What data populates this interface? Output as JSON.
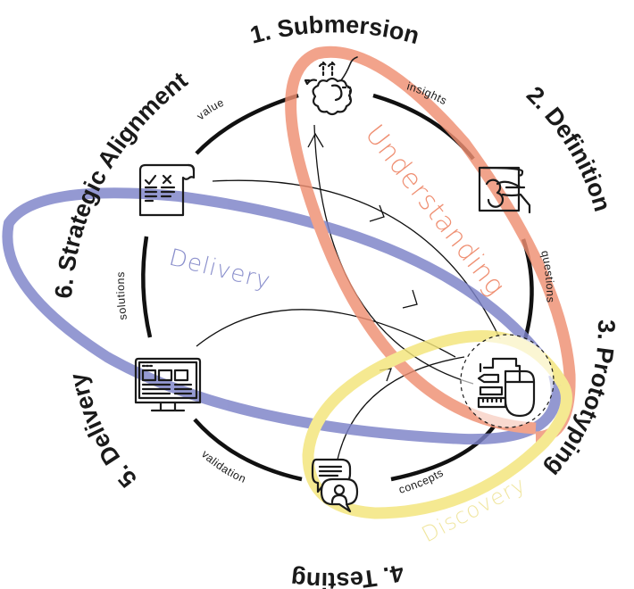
{
  "diagram": {
    "phases": [
      {
        "id": "submersion",
        "label": "1. Submersion",
        "icon": "brain-ideas-icon"
      },
      {
        "id": "definition",
        "label": "2. Definition",
        "icon": "hand-drawing-icon"
      },
      {
        "id": "prototyping",
        "label": "3. Prototyping",
        "icon": "tools-mouse-icon"
      },
      {
        "id": "testing",
        "label": "4. Testing",
        "icon": "chat-user-icon"
      },
      {
        "id": "delivery",
        "label": "5. Delivery",
        "icon": "monitor-layout-icon"
      },
      {
        "id": "strategic-alignment",
        "label": "6. Strategic Alignment",
        "icon": "checklist-scroll-icon"
      }
    ],
    "edges": [
      {
        "from": "strategic-alignment",
        "to": "submersion",
        "label": "value"
      },
      {
        "from": "submersion",
        "to": "definition",
        "label": "insights"
      },
      {
        "from": "definition",
        "to": "prototyping",
        "label": "questions"
      },
      {
        "from": "prototyping",
        "to": "testing",
        "label": "concepts"
      },
      {
        "from": "testing",
        "to": "delivery",
        "label": "validation"
      },
      {
        "from": "delivery",
        "to": "strategic-alignment",
        "label": "solutions"
      }
    ],
    "groups": [
      {
        "id": "understanding",
        "label": "Understanding",
        "color": "#ef8f72"
      },
      {
        "id": "delivery",
        "label": "Delivery",
        "color": "#7c82c8"
      },
      {
        "id": "discovery",
        "label": "Discovery",
        "color": "#f3e57a"
      }
    ]
  }
}
